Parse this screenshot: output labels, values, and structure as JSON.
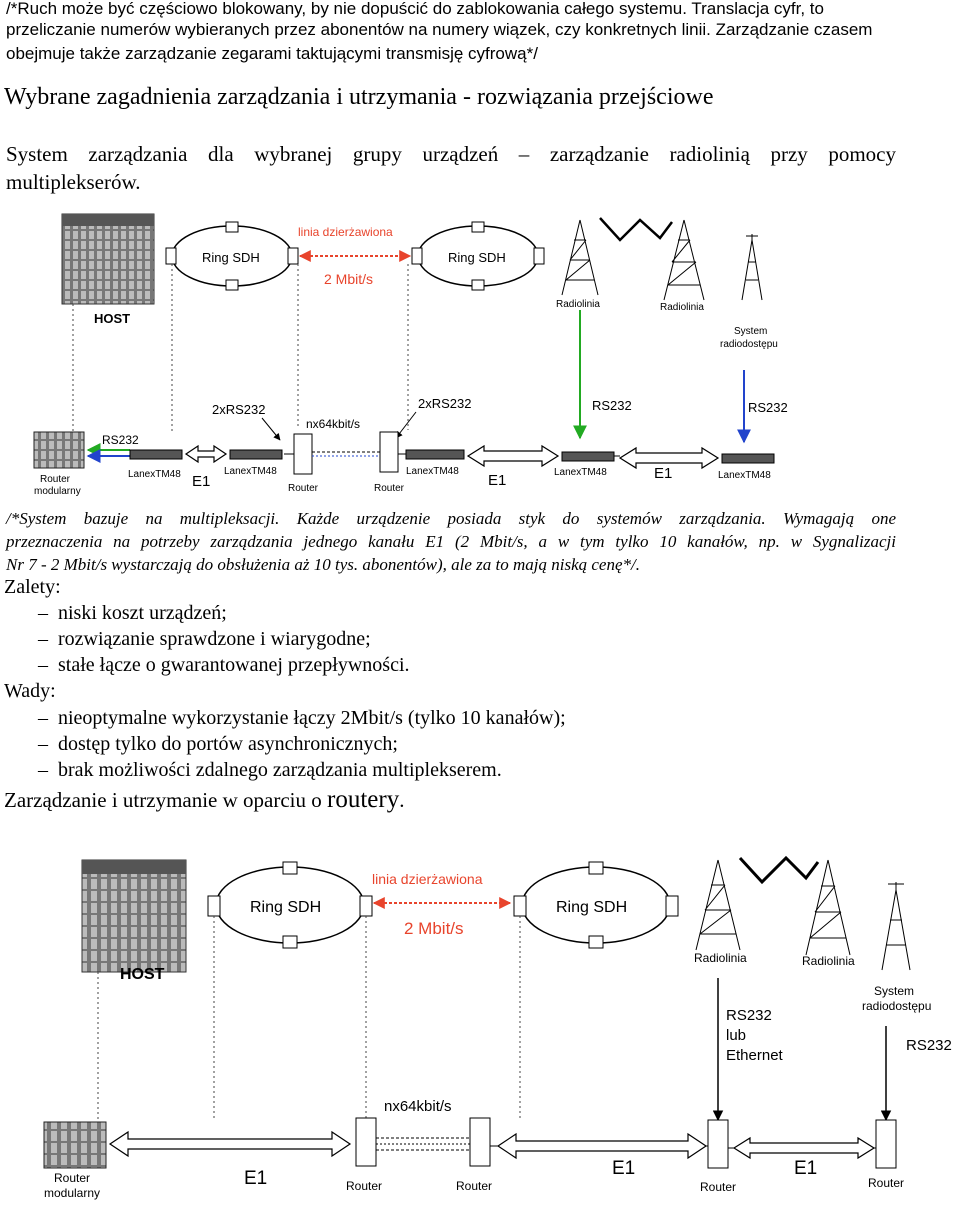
{
  "intro": {
    "line1": "/*Ruch może być częściowo blokowany, by nie dopuścić do zablokowania całego systemu. Translacja cyfr, to",
    "line2": "przeliczanie numerów wybieranych przez abonentów na numery wiązek, czy konkretnych linii. Zarządzanie czasem",
    "line3": "obejmuje także zarządzanie zegarami taktującymi transmisję cyfrową*/"
  },
  "heading": "Wybrane zagadnienia zarządzania i utrzymania - rozwiązania przejściowe",
  "system_text": {
    "line1": "System zarządzania dla wybranej grupy urządzeń – zarządzanie radiolinią przy pomocy",
    "line2": "multiplekserów."
  },
  "diagram1": {
    "host": "HOST",
    "ring_left": "Ring SDH",
    "ring_right": "Ring SDH",
    "leased_line": "linia dzierżawiona",
    "speed": "2 Mbit/s",
    "radio1": "Radiolinia",
    "radio2": "Radiolinia",
    "access_line1": "System",
    "access_line2": "radiodostępu",
    "rs232_router": "RS232",
    "rs232x2_left": "2xRS232",
    "rs232x2_right": "2xRS232",
    "nx64": "nx64kbit/s",
    "rs232_radio": "RS232",
    "rs232_access": "RS232",
    "router_mod_line1": "Router",
    "router_mod_line2": "modularny",
    "lanex1": "LanexTM48",
    "lanex2": "LanexTM48",
    "lanex3": "LanexTM48",
    "lanex4": "LanexTM48",
    "lanex5": "LanexTM48",
    "e1_a": "E1",
    "e1_b": "E1",
    "e1_c": "E1",
    "router_a": "Router",
    "router_b": "Router"
  },
  "note": {
    "line1": "/*System bazuje na multipleksacji. Każde urządzenie posiada styk do systemów zarządzania. Wymagają one",
    "line2": "przeznaczenia na potrzeby zarządzania jednego kanału E1 (2 Mbit/s, a w tym tylko 10 kanałów, np. w Sygnalizacji",
    "line3": "Nr 7 - 2 Mbit/s wystarczają do obsłużenia aż 10 tys. abonentów), ale za to mają niską cenę*/."
  },
  "pros": {
    "title": "Zalety:",
    "items": [
      "niski koszt urządzeń;",
      "rozwiązanie sprawdzone i wiarygodne;",
      "stałe łącze o gwarantowanej przepływności."
    ]
  },
  "cons": {
    "title": "Wady:",
    "items": [
      "nieoptymalne wykorzystanie łączy 2Mbit/s (tylko 10 kanałów);",
      "dostęp tylko do portów asynchronicznych;",
      "brak możliwości zdalnego zarządzania multiplekserem."
    ]
  },
  "routers_heading": {
    "prefix": "Zarządzanie i utrzymanie w oparciu o ",
    "emphasis": "routery",
    "suffix": "."
  },
  "diagram2": {
    "host": "HOST",
    "ring_left": "Ring SDH",
    "ring_right": "Ring SDH",
    "leased_line": "linia dzierżawiona",
    "speed": "2 Mbit/s",
    "radio1": "Radiolinia",
    "radio2": "Radiolinia",
    "access_line1": "System",
    "access_line2": "radiodostępu",
    "rs232_line1": "RS232",
    "rs232_line2": "lub",
    "rs232_line3": "Ethernet",
    "rs232_access": "RS232",
    "nx64": "nx64kbit/s",
    "router_mod_line1": "Router",
    "router_mod_line2": "modularny",
    "e1_a": "E1",
    "e1_b": "E1",
    "e1_c": "E1",
    "router_a": "Router",
    "router_b": "Router",
    "router_c": "Router",
    "router_d": "Router"
  },
  "colors": {
    "leased_line": "#e8442c",
    "green_arrow": "#22aa22",
    "blue_arrow": "#2244cc"
  }
}
